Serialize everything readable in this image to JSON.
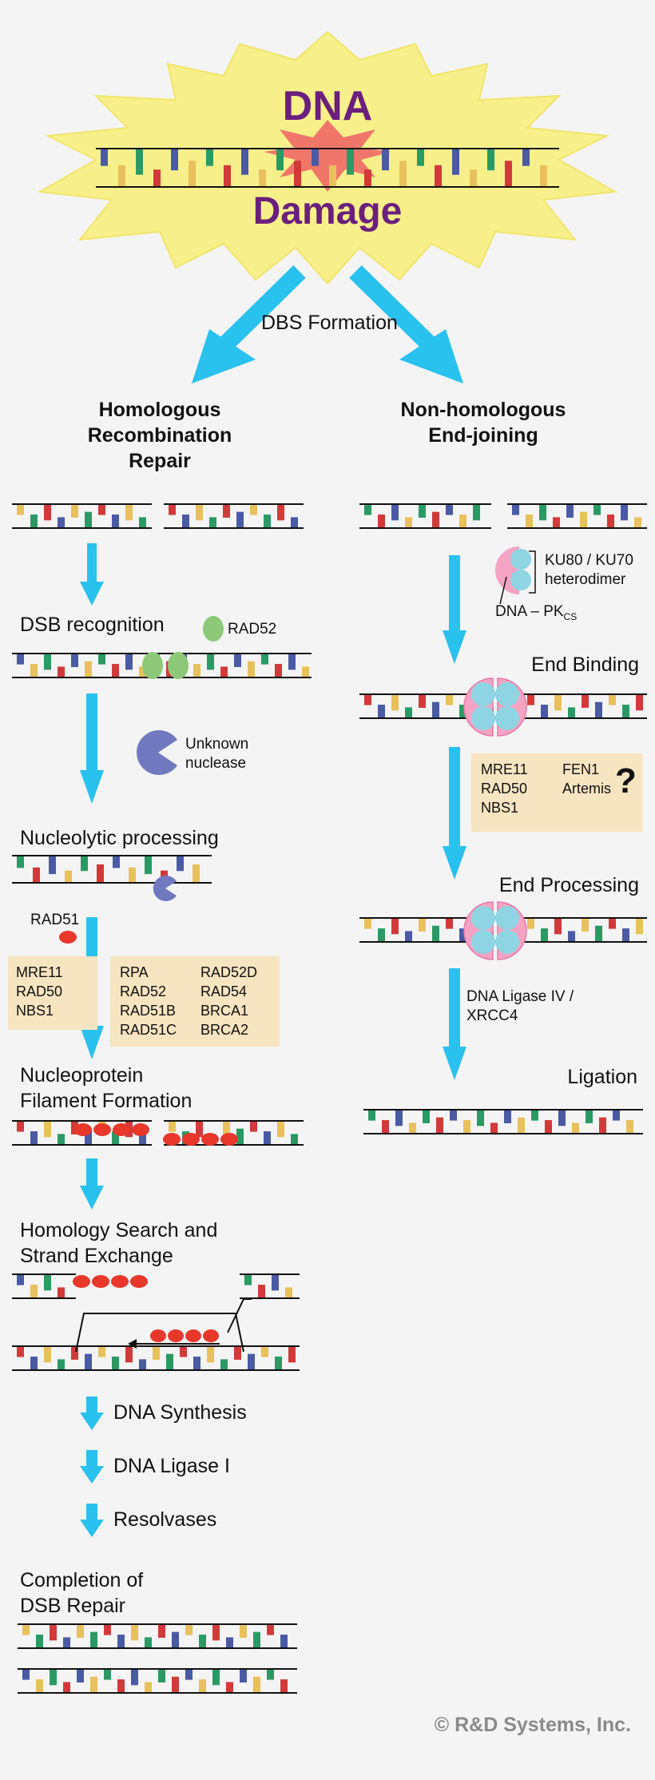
{
  "header": {
    "word1": "DNA",
    "word2": "Damage"
  },
  "dbs_label": "DBS Formation",
  "hr": {
    "title_l1": "Homologous",
    "title_l2": "Recombination",
    "title_l3": "Repair",
    "dsb_recognition": "DSB recognition",
    "rad52": "RAD52",
    "unknown_nuclease_l1": "Unknown",
    "unknown_nuclease_l2": "nuclease",
    "nucleolytic": "Nucleolytic processing",
    "rad51": "RAD51",
    "box1": [
      "MRE11",
      "RAD50",
      "NBS1"
    ],
    "box2_col1": [
      "RPA",
      "RAD52",
      "RAD51B",
      "RAD51C"
    ],
    "box2_col2": [
      "RAD52D",
      "RAD54",
      "BRCA1",
      "BRCA2"
    ],
    "nucleoprotein_l1": "Nucleoprotein",
    "nucleoprotein_l2": "Filament Formation",
    "homology_l1": "Homology Search and",
    "homology_l2": "Strand Exchange",
    "dna_synthesis": "DNA Synthesis",
    "dna_ligase_i": "DNA Ligase I",
    "resolvases": "Resolvases",
    "completion_l1": "Completion of",
    "completion_l2": "DSB Repair"
  },
  "nhej": {
    "title_l1": "Non-homologous",
    "title_l2": "End-joining",
    "ku_l1": "KU80 / KU70",
    "ku_l2": "heterodimer",
    "dnapk": "DNA – PK",
    "dnapk_sub": "CS",
    "end_binding": "End Binding",
    "box_col1": [
      "MRE11",
      "RAD50",
      "NBS1"
    ],
    "box_col2": [
      "FEN1",
      "Artemis"
    ],
    "question": "?",
    "end_processing": "End Processing",
    "ligase_l1": "DNA Ligase IV /",
    "ligase_l2": "XRCC4",
    "ligation": "Ligation"
  },
  "copyright": "© R&D Systems, Inc.",
  "colors": {
    "arrow": "#29c1ee",
    "burst": "#f7f08a",
    "burst_center": "#f1766a",
    "title_purple": "#6b1f7c",
    "box": "#f7e4c1",
    "rad52": "#8cc878",
    "nuclease": "#7079c0",
    "rad51": "#e8372b",
    "ku": "#8ed4e2",
    "dnapk": "#f4a3c3",
    "base_colors": [
      "#e8c15d",
      "#4a5aa5",
      "#d23a3a",
      "#2a9a64"
    ]
  }
}
